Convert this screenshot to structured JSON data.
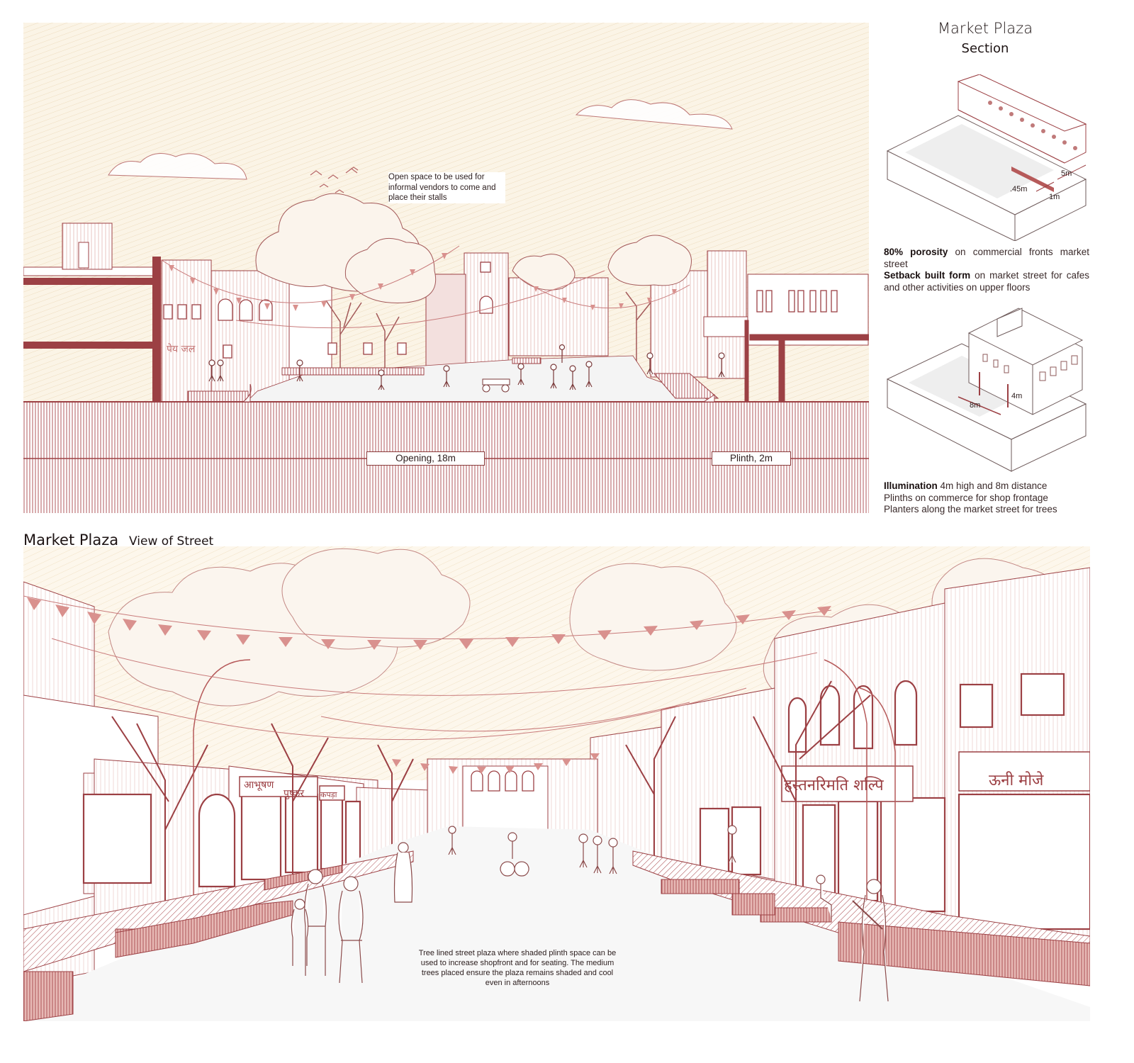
{
  "section_panel": {
    "annotation": "Open space to be used for informal vendors to come and place their stalls",
    "sign_text": "पेय जल",
    "tag_opening": "Opening, 18m",
    "tag_plinth": "Plinth, 2m"
  },
  "sidebar": {
    "title": "Market Plaza",
    "subtitle": "Section",
    "iso1_labels": {
      "a": "5m",
      "b": ".45m",
      "c": "1m"
    },
    "note1": {
      "bold1": "80% porosity",
      "text1": " on commercial fronts market street",
      "bold2": "Setback built form",
      "text2": " on market street for cafes and other activities on upper floors"
    },
    "iso2_labels": {
      "a": "4m",
      "b": "8m"
    },
    "note2": {
      "bold1": "Illumination",
      "text1": " 4m high and 8m distance",
      "line2": "Plinths on commerce for shop frontage",
      "line3": "Planters along the market street for trees"
    }
  },
  "view_panel": {
    "title": "Market Plaza",
    "subtitle": "View of Street",
    "signs": [
      "आभूषण",
      "पुष्कर",
      "कपड़ा",
      "हस्तनरिमति शल्पि",
      "ऊनी मोजे"
    ],
    "annotation": "Tree lined street plaza where shaded plinth space can be used to increase shopfront and for seating.  The medium trees placed ensure the plaza remains shaded and cool even in afternoons"
  },
  "colors": {
    "accent": "#9c4044",
    "light": "#d9a3a0",
    "sky": "#faf3e6",
    "paper": "#ffffff"
  }
}
